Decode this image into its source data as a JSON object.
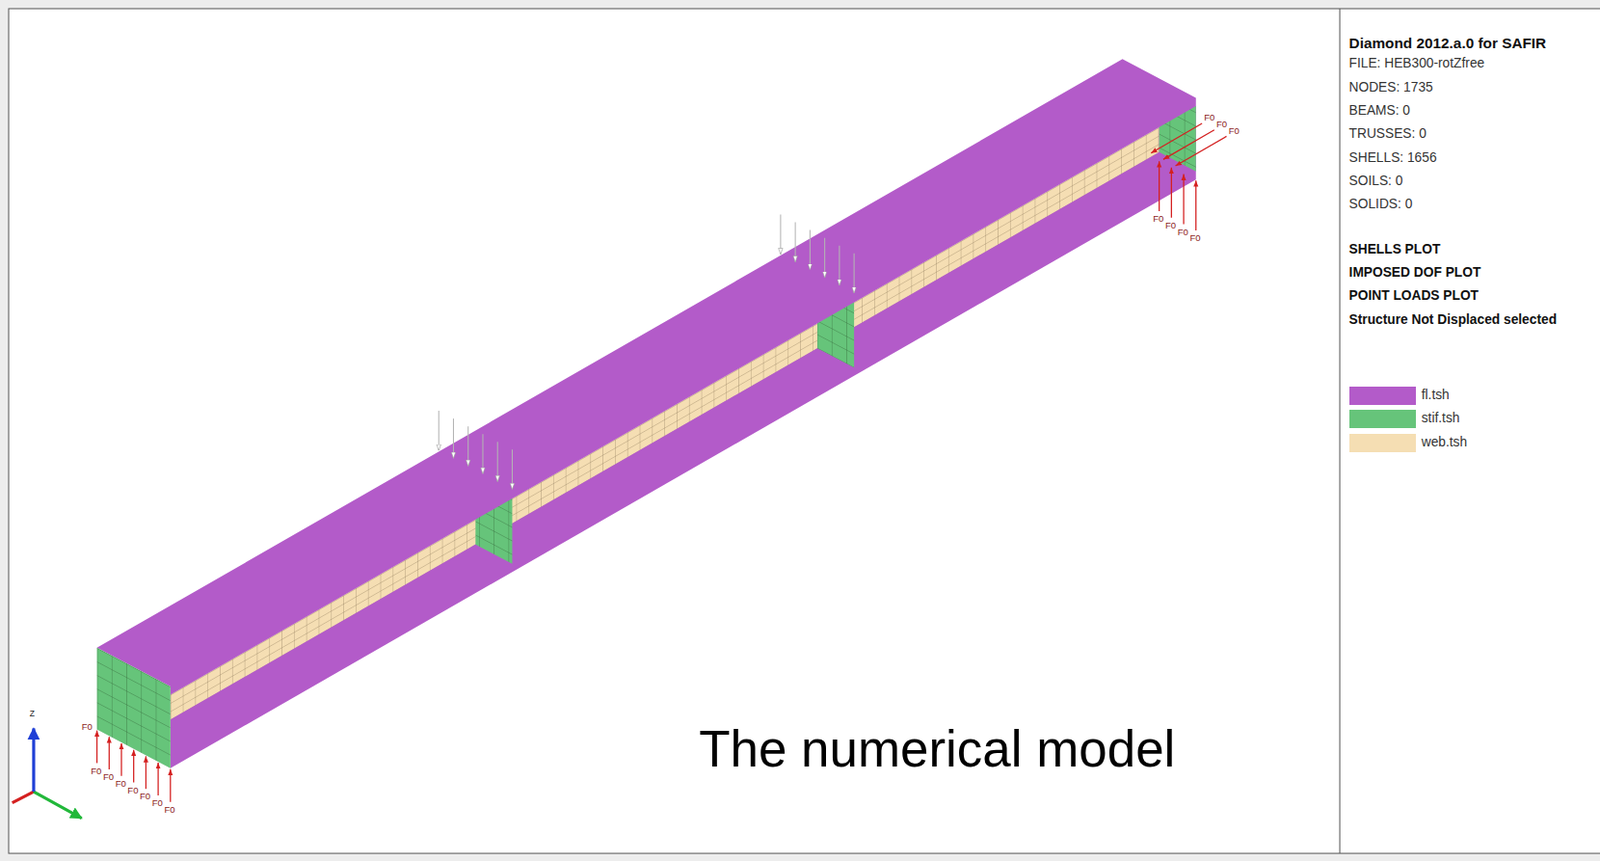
{
  "diagram": {
    "title": "The numerical model",
    "labels": [
      "Diamond 2012.a.0 for SAFIR",
      "FILE: HEB300-rotZfree",
      "NODES: 1735",
      "BEAMS: 0",
      "TRUSSES: 0",
      "SHELLS: 1656",
      "SOILS: 0",
      "SOLIDS: 0",
      "SHELLS PLOT",
      "IMPOSED DOF PLOT",
      "POINT LOADS PLOT",
      "Structure Not Displaced selected",
      "F0",
      "F0",
      "F0",
      "F0",
      "F0",
      "F0",
      "F0",
      "F0",
      "F0",
      "F0",
      "F0",
      "F0",
      "F0",
      "F0",
      "F0",
      "Z"
    ],
    "legend": [
      {
        "text": "fl.tsh",
        "color": "#b35bc9"
      },
      {
        "text": "stif.tsh",
        "color": "#66c47a"
      },
      {
        "text": "web.tsh",
        "color": "#f5deb3"
      }
    ]
  }
}
